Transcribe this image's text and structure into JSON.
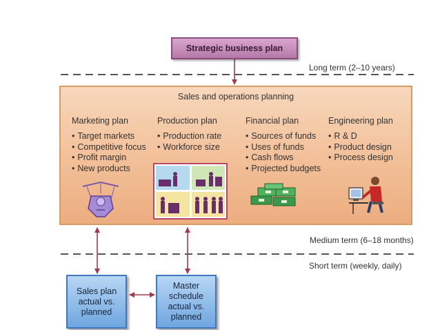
{
  "top_box": {
    "label": "Strategic business plan"
  },
  "terms": {
    "long": "Long term (2–10 years)",
    "medium": "Medium term (6–18 months)",
    "short": "Short term (weekly, daily)"
  },
  "panel": {
    "title": "Sales and operations planning",
    "columns": [
      {
        "title": "Marketing plan",
        "items": [
          "Target markets",
          "Competitive focus",
          "Profit margin",
          "New products"
        ]
      },
      {
        "title": "Production plan",
        "items": [
          "Production rate",
          "Workforce size"
        ]
      },
      {
        "title": "Financial plan",
        "items": [
          "Sources of funds",
          "Uses of funds",
          "Cash flows",
          "Projected budgets"
        ]
      },
      {
        "title": "Engineering plan",
        "items": [
          "R & D",
          "Product design",
          "Process design"
        ]
      }
    ]
  },
  "bottom_boxes": {
    "sales": {
      "lines": [
        "Sales plan",
        "actual vs.",
        "planned"
      ]
    },
    "master": {
      "lines": [
        "Master",
        "schedule",
        "actual vs.",
        "planned"
      ]
    }
  },
  "colors": {
    "top_box": "#c28bb6",
    "panel": "#f2bf97",
    "bottom_box": "#8cbbe8",
    "connector": "#a33a4a"
  },
  "icons": [
    "marketing-icon",
    "production-icon",
    "money-icon",
    "engineer-icon"
  ]
}
